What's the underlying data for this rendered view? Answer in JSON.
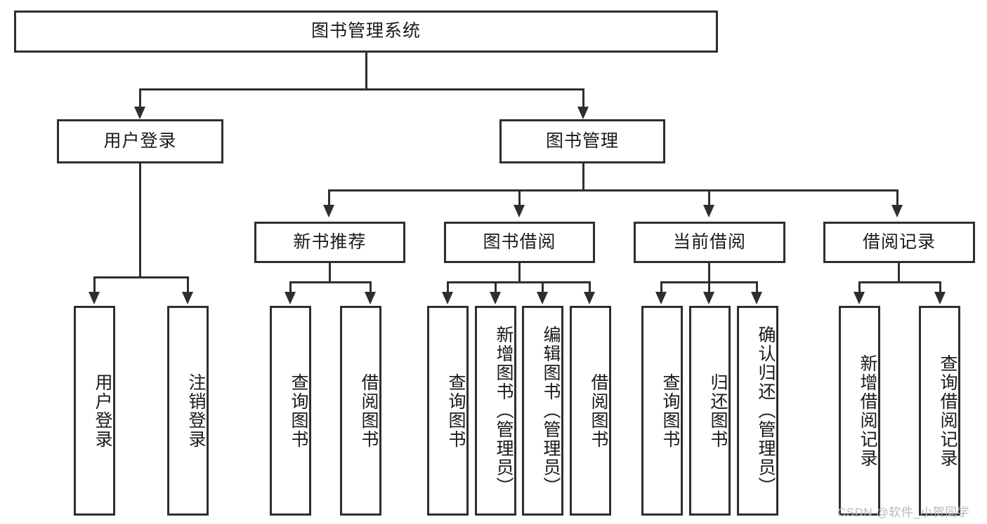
{
  "diagram": {
    "title": "图书管理系统",
    "type": "hierarchy-tree",
    "root": {
      "label": "图书管理系统"
    },
    "level2": [
      {
        "label": "用户登录"
      },
      {
        "label": "图书管理"
      }
    ],
    "level3": [
      {
        "label": "新书推荐"
      },
      {
        "label": "图书借阅"
      },
      {
        "label": "当前借阅"
      },
      {
        "label": "借阅记录"
      }
    ],
    "leaves": {
      "user_login": [
        {
          "label": "用户登录"
        },
        {
          "label": "注销登录"
        }
      ],
      "new_book_recommend": [
        {
          "label": "查询图书"
        },
        {
          "label": "借阅图书"
        }
      ],
      "book_borrow": [
        {
          "label": "查询图书"
        },
        {
          "label": "新增图书（管理员）"
        },
        {
          "label": "编辑图书（管理员）"
        },
        {
          "label": "借阅图书"
        }
      ],
      "current_borrow": [
        {
          "label": "查询图书"
        },
        {
          "label": "归还图书"
        },
        {
          "label": "确认归还（管理员）"
        }
      ],
      "borrow_record": [
        {
          "label": "新增借阅记录"
        },
        {
          "label": "查询借阅记录"
        }
      ]
    }
  },
  "watermark": {
    "text": "CSDN @软件_小贺同学"
  },
  "colors": {
    "stroke": "#2e2e2e",
    "fill": "#ffffff",
    "text": "#1a1a1a",
    "watermark": "#b9b9b9"
  }
}
